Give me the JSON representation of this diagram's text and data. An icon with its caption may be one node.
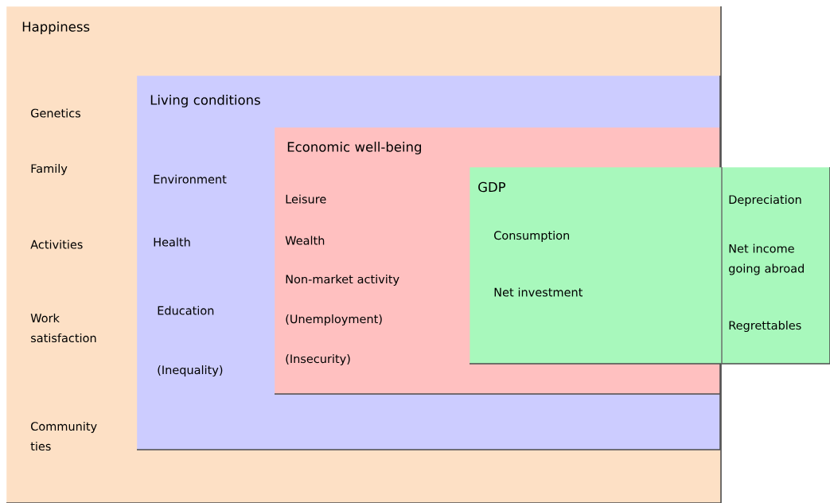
{
  "diagram": {
    "nodes": [
      {
        "text": [
          "Happiness",
          "Genetics",
          "Family",
          "Activities",
          "Work satisfaction",
          "Community ties"
        ]
      },
      {
        "text": [
          "Living conditions",
          "Environment",
          "Health",
          "Education",
          "(Inequality)"
        ],
        "in": 0
      },
      {
        "text": [
          "Economic well-being",
          "Leisure",
          "Wealth",
          "Non-market activity",
          "(Unemployment)",
          "(Insecurity)"
        ],
        "in": 1
      },
      {
        "text": [
          "GDP",
          "Consumption",
          "Net investment",
          "Depreciation",
          "Net income going abroad",
          "Regrettables"
        ]
      }
    ],
    "edges": []
  }
}
